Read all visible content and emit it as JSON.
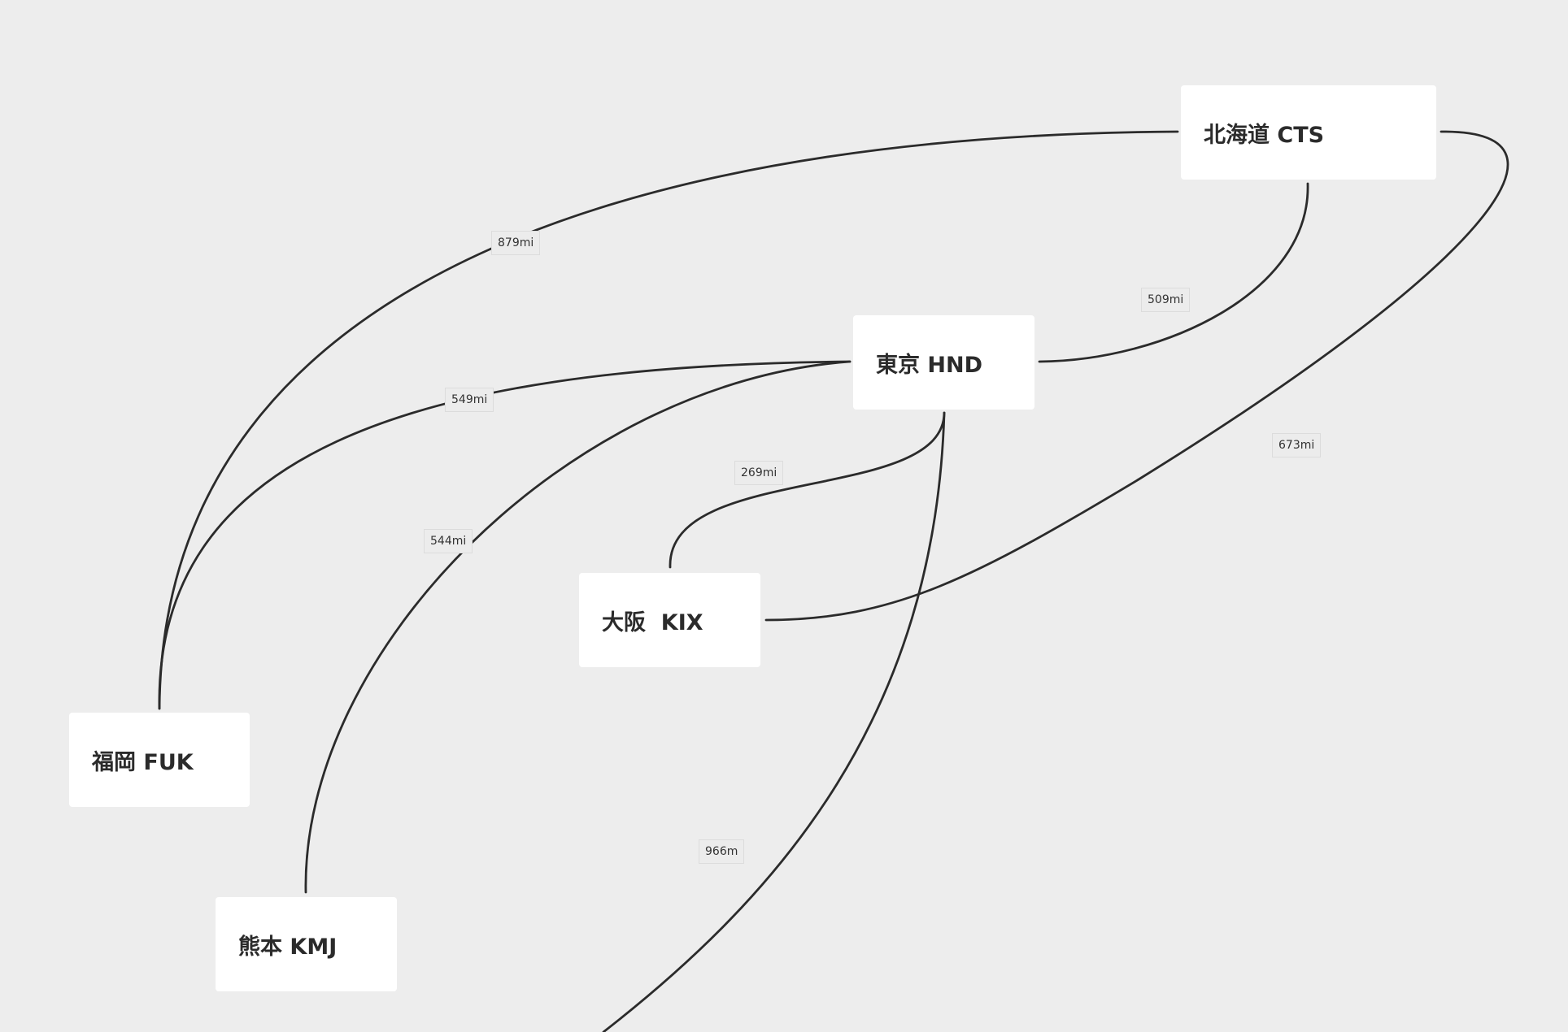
{
  "diagram": {
    "nodes": [
      {
        "id": "cts",
        "label": "北海道 CTS"
      },
      {
        "id": "hnd",
        "label": "東京 HND"
      },
      {
        "id": "kix",
        "label": "大阪  KIX"
      },
      {
        "id": "fuk",
        "label": "福岡 FUK"
      },
      {
        "id": "kmj",
        "label": "熊本 KMJ"
      }
    ],
    "edges": [
      {
        "from": "cts",
        "to": "fuk",
        "label": "879mi"
      },
      {
        "from": "cts",
        "to": "hnd",
        "label": "509mi"
      },
      {
        "from": "cts",
        "to": "kix",
        "label": "673mi"
      },
      {
        "from": "hnd",
        "to": "fuk",
        "label": "549mi"
      },
      {
        "from": "hnd",
        "to": "kmj",
        "label": "544mi"
      },
      {
        "from": "hnd",
        "to": "kix",
        "label": "269mi"
      },
      {
        "from": "hnd",
        "to": "",
        "label": "966m"
      }
    ]
  }
}
